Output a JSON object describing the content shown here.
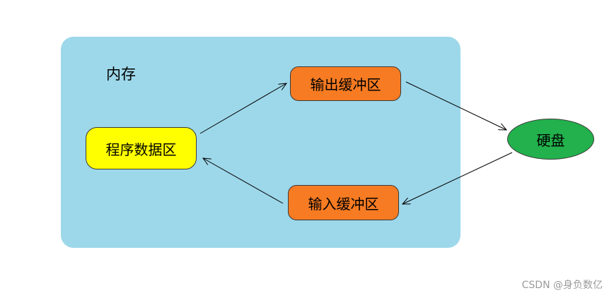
{
  "memory": {
    "label": "内存"
  },
  "nodes": {
    "program_area": "程序数据区",
    "output_buffer": "输出缓冲区",
    "input_buffer": "输入缓冲区",
    "disk": "硬盘"
  },
  "colors": {
    "memory_fill": "#9dd8ea",
    "program_fill": "#ffff00",
    "buffer_fill": "#f77b22",
    "disk_fill": "#22b14c"
  },
  "watermark": "CSDN @身负数亿"
}
